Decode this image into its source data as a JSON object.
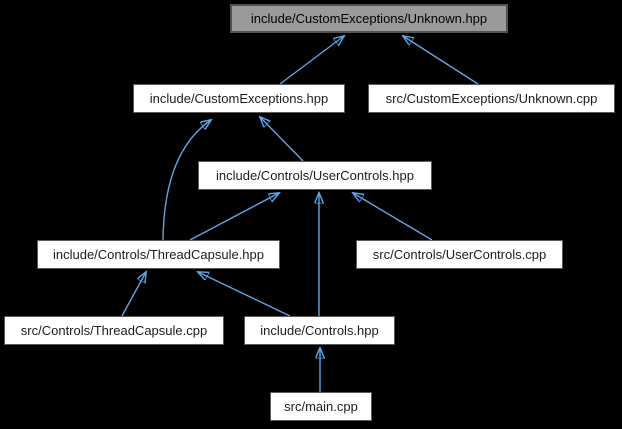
{
  "diagram": {
    "type": "doxygen-include-dependency-graph",
    "background_color": "#000000",
    "edge_color": "#5ea7e8",
    "node_fill_color": "#ffffff",
    "node_border_color": "#5a5a5a",
    "highlighted_node_fill_color": "#9a9a9a",
    "nodes": [
      {
        "id": "unknown_hpp",
        "label": "include/CustomExceptions/Unknown.hpp",
        "highlighted": true
      },
      {
        "id": "customexceptions_hpp",
        "label": "include/CustomExceptions.hpp",
        "highlighted": false
      },
      {
        "id": "unknown_cpp",
        "label": "src/CustomExceptions/Unknown.cpp",
        "highlighted": false
      },
      {
        "id": "usercontrols_hpp",
        "label": "include/Controls/UserControls.hpp",
        "highlighted": false
      },
      {
        "id": "threadcapsule_hpp",
        "label": "include/Controls/ThreadCapsule.hpp",
        "highlighted": false
      },
      {
        "id": "usercontrols_cpp",
        "label": "src/Controls/UserControls.cpp",
        "highlighted": false
      },
      {
        "id": "threadcapsule_cpp",
        "label": "src/Controls/ThreadCapsule.cpp",
        "highlighted": false
      },
      {
        "id": "controls_hpp",
        "label": "include/Controls.hpp",
        "highlighted": false
      },
      {
        "id": "main_cpp",
        "label": "src/main.cpp",
        "highlighted": false
      }
    ],
    "edges": [
      {
        "from": "include/CustomExceptions.hpp",
        "to": "include/CustomExceptions/Unknown.hpp"
      },
      {
        "from": "src/CustomExceptions/Unknown.cpp",
        "to": "include/CustomExceptions/Unknown.hpp"
      },
      {
        "from": "include/Controls/UserControls.hpp",
        "to": "include/CustomExceptions.hpp"
      },
      {
        "from": "include/Controls/ThreadCapsule.hpp",
        "to": "include/CustomExceptions.hpp"
      },
      {
        "from": "include/Controls/ThreadCapsule.hpp",
        "to": "include/Controls/UserControls.hpp"
      },
      {
        "from": "include/Controls.hpp",
        "to": "include/Controls/UserControls.hpp"
      },
      {
        "from": "src/Controls/UserControls.cpp",
        "to": "include/Controls/UserControls.hpp"
      },
      {
        "from": "src/Controls/ThreadCapsule.cpp",
        "to": "include/Controls/ThreadCapsule.hpp"
      },
      {
        "from": "include/Controls.hpp",
        "to": "include/Controls/ThreadCapsule.hpp"
      },
      {
        "from": "src/main.cpp",
        "to": "include/Controls.hpp"
      }
    ]
  }
}
